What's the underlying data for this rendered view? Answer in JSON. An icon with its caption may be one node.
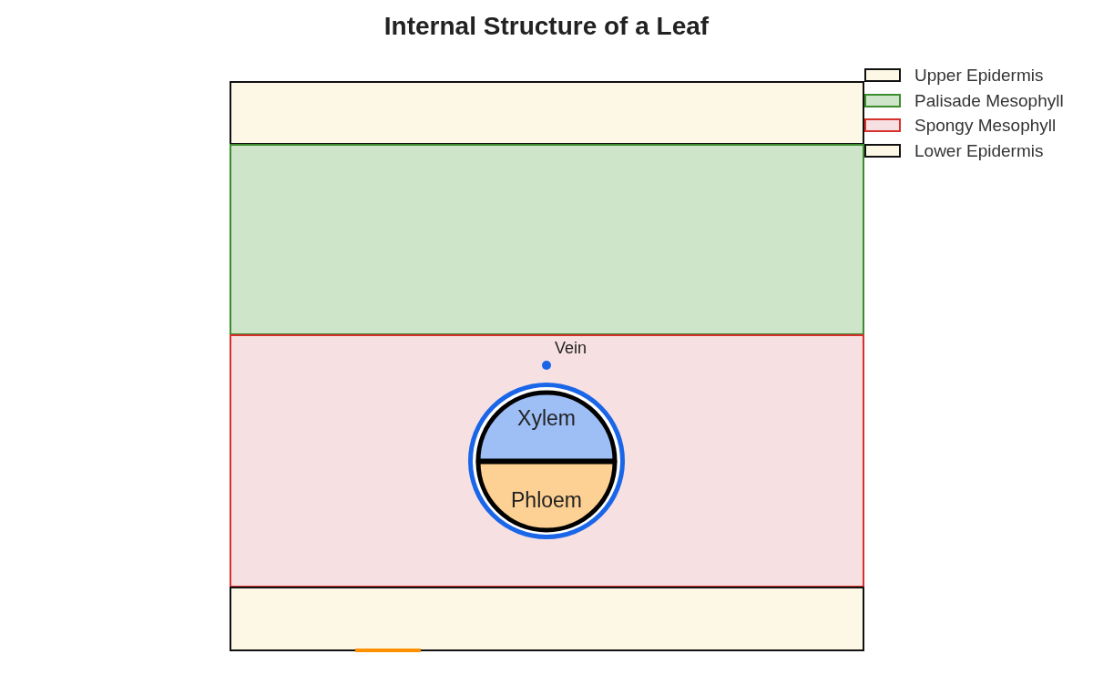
{
  "diagram": {
    "title": "Internal Structure of a Leaf",
    "nodes": [
      {
        "text": [],
        "shape": "box"
      },
      {
        "text": [],
        "shape": "box"
      },
      {
        "text": [],
        "shape": "box"
      },
      {
        "text": [
          "Vein"
        ],
        "in": 2
      },
      {
        "text": [
          "Xylem"
        ],
        "in": 3
      },
      {
        "text": [
          "Phloem"
        ],
        "in": 3
      },
      {
        "text": [],
        "shape": "box"
      }
    ],
    "legend": [
      {
        "text": "Upper Epidermis",
        "color": "#fdf7e6"
      },
      {
        "text": "Palisade Mesophyll",
        "color": "#cfe5c9"
      },
      {
        "text": "Spongy Mesophyll",
        "color": "#f7e0e1"
      },
      {
        "text": "Lower Epidermis",
        "color": "#fdf7e6"
      }
    ]
  }
}
